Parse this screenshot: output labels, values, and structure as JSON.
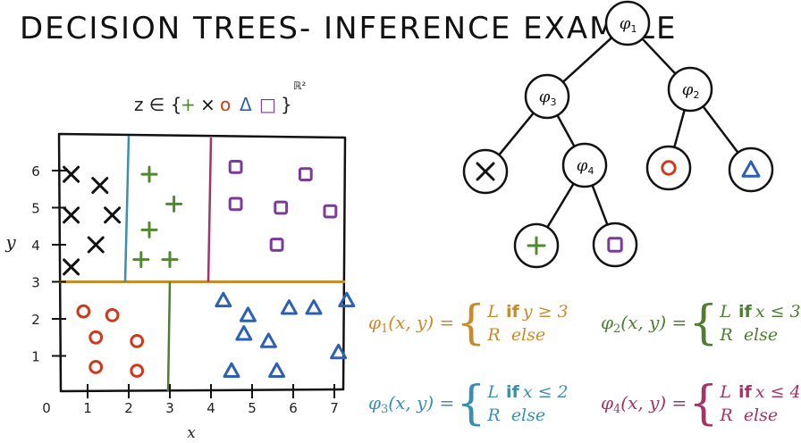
{
  "title": "DECISION TREES- INFERENCE EXAMPLE",
  "set_label": {
    "prefix": "z ∈ {",
    "symbols": [
      "+",
      "×",
      "o",
      "Δ",
      "□"
    ],
    "suffix": "}",
    "space": "ℝ²"
  },
  "colors": {
    "phi1": "#c98a2a",
    "phi2": "#4f7d34",
    "phi3": "#3a8fae",
    "phi4": "#a33466",
    "plus": "#4f8a2d",
    "cross": "#111111",
    "circle": "#cc3a1e",
    "triangle": "#2c5fb5",
    "square": "#7b3a9a"
  },
  "plot": {
    "xlabel": "x",
    "ylabel": "y",
    "x_ticks": [
      "0",
      "1",
      "2",
      "3",
      "4",
      "5",
      "6",
      "7"
    ],
    "y_ticks": [
      "1",
      "2",
      "3",
      "4",
      "5",
      "6"
    ],
    "x_range": [
      0,
      8
    ],
    "y_range": [
      0,
      7
    ],
    "splits": [
      {
        "name": "phi1",
        "axis": "y",
        "value": 3
      },
      {
        "name": "phi3",
        "axis": "x",
        "value": 2,
        "region": "y>=3"
      },
      {
        "name": "phi4",
        "axis": "x",
        "value": 4,
        "region": "y>=3"
      },
      {
        "name": "phi2",
        "axis": "x",
        "value": 3,
        "region": "y<3"
      }
    ],
    "points": [
      {
        "shape": "cross",
        "x": 0.6,
        "y": 5.9
      },
      {
        "shape": "cross",
        "x": 1.3,
        "y": 5.6
      },
      {
        "shape": "cross",
        "x": 0.6,
        "y": 4.8
      },
      {
        "shape": "cross",
        "x": 1.6,
        "y": 4.8
      },
      {
        "shape": "cross",
        "x": 1.2,
        "y": 4.0
      },
      {
        "shape": "cross",
        "x": 0.6,
        "y": 3.4
      },
      {
        "shape": "plus",
        "x": 2.5,
        "y": 5.9
      },
      {
        "shape": "plus",
        "x": 3.1,
        "y": 5.1
      },
      {
        "shape": "plus",
        "x": 2.5,
        "y": 4.4
      },
      {
        "shape": "plus",
        "x": 2.3,
        "y": 3.6
      },
      {
        "shape": "plus",
        "x": 3.0,
        "y": 3.6
      },
      {
        "shape": "square",
        "x": 4.6,
        "y": 6.1
      },
      {
        "shape": "square",
        "x": 6.3,
        "y": 5.9
      },
      {
        "shape": "square",
        "x": 4.6,
        "y": 5.1
      },
      {
        "shape": "square",
        "x": 5.7,
        "y": 5.0
      },
      {
        "shape": "square",
        "x": 6.9,
        "y": 4.9
      },
      {
        "shape": "square",
        "x": 5.6,
        "y": 4.0
      },
      {
        "shape": "circle",
        "x": 0.9,
        "y": 2.2
      },
      {
        "shape": "circle",
        "x": 1.6,
        "y": 2.1
      },
      {
        "shape": "circle",
        "x": 1.2,
        "y": 1.5
      },
      {
        "shape": "circle",
        "x": 2.2,
        "y": 1.4
      },
      {
        "shape": "circle",
        "x": 1.2,
        "y": 0.7
      },
      {
        "shape": "circle",
        "x": 2.2,
        "y": 0.6
      },
      {
        "shape": "triangle",
        "x": 4.3,
        "y": 2.5
      },
      {
        "shape": "triangle",
        "x": 4.9,
        "y": 2.1
      },
      {
        "shape": "triangle",
        "x": 5.9,
        "y": 2.3
      },
      {
        "shape": "triangle",
        "x": 6.5,
        "y": 2.3
      },
      {
        "shape": "triangle",
        "x": 7.3,
        "y": 2.5
      },
      {
        "shape": "triangle",
        "x": 4.8,
        "y": 1.6
      },
      {
        "shape": "triangle",
        "x": 5.4,
        "y": 1.4
      },
      {
        "shape": "triangle",
        "x": 7.1,
        "y": 1.1
      },
      {
        "shape": "triangle",
        "x": 4.5,
        "y": 0.6
      },
      {
        "shape": "triangle",
        "x": 5.6,
        "y": 0.6
      }
    ]
  },
  "tree": {
    "nodes": [
      {
        "id": "phi1",
        "label": "φ1",
        "kind": "split"
      },
      {
        "id": "phi3",
        "label": "φ3",
        "kind": "split"
      },
      {
        "id": "phi2",
        "label": "φ2",
        "kind": "split"
      },
      {
        "id": "leaf-cross",
        "kind": "leaf",
        "shape": "cross"
      },
      {
        "id": "phi4",
        "label": "φ4",
        "kind": "split"
      },
      {
        "id": "leaf-circle",
        "kind": "leaf",
        "shape": "circle"
      },
      {
        "id": "leaf-triangle",
        "kind": "leaf",
        "shape": "triangle"
      },
      {
        "id": "leaf-plus",
        "kind": "leaf",
        "shape": "plus"
      },
      {
        "id": "leaf-square",
        "kind": "leaf",
        "shape": "square"
      }
    ],
    "edges": [
      [
        "phi1",
        "phi3"
      ],
      [
        "phi1",
        "phi2"
      ],
      [
        "phi3",
        "leaf-cross"
      ],
      [
        "phi3",
        "phi4"
      ],
      [
        "phi2",
        "leaf-circle"
      ],
      [
        "phi2",
        "leaf-triangle"
      ],
      [
        "phi4",
        "leaf-plus"
      ],
      [
        "phi4",
        "leaf-square"
      ]
    ]
  },
  "equations": [
    {
      "id": "phi1",
      "func": "φ",
      "sub": "1",
      "args": "(x, y) =",
      "L": "L",
      "if_word": "if",
      "cond": "y ≥ 3",
      "R": "R",
      "else_word": "else",
      "color": "#c98a2a"
    },
    {
      "id": "phi2",
      "func": "φ",
      "sub": "2",
      "args": "(x, y) =",
      "L": "L",
      "if_word": "if",
      "cond": "x ≤ 3",
      "R": "R",
      "else_word": "else",
      "color": "#4f7d34"
    },
    {
      "id": "phi3",
      "func": "φ",
      "sub": "3",
      "args": "(x, y) =",
      "L": "L",
      "if_word": "if",
      "cond": "x ≤ 2",
      "R": "R",
      "else_word": "else",
      "color": "#3a8fae"
    },
    {
      "id": "phi4",
      "func": "φ",
      "sub": "4",
      "args": "(x, y) =",
      "L": "L",
      "if_word": "if",
      "cond": "x ≤ 4",
      "R": "R",
      "else_word": "else",
      "color": "#a33466"
    }
  ]
}
